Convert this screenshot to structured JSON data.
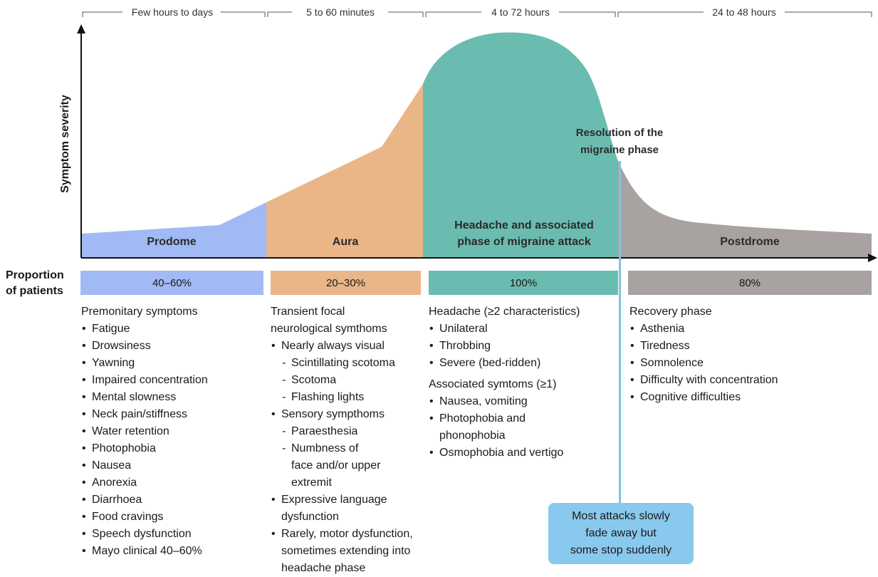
{
  "durations": [
    {
      "label": "Few hours to days"
    },
    {
      "label": "5 to 60 minutes"
    },
    {
      "label": "4 to 72 hours"
    },
    {
      "label": "24 to 48 hours"
    }
  ],
  "axis": {
    "y_title": "Symptom severity"
  },
  "phases": {
    "prodome": {
      "label": "Prodome",
      "color": "#a1b9f4"
    },
    "aura": {
      "label": "Aura",
      "color": "#eab687"
    },
    "headache": {
      "label_line1": "Headache and associated",
      "label_line2": "phase of migraine attack",
      "color": "#6bbcb0"
    },
    "postdrome": {
      "label": "Postdrome",
      "color": "#a8a2a0"
    }
  },
  "resolution": {
    "line1": "Resolution of the",
    "line2": "migraine phase",
    "line_color": "#7cc4ea"
  },
  "proportion": {
    "title_line1": "Proportion",
    "title_line2": "of patients",
    "values": [
      "40–60%",
      "20–30%",
      "100%",
      "80%"
    ]
  },
  "columns": {
    "prodome": {
      "heading": "Premonitary symptoms",
      "items": [
        "Fatigue",
        "Drowsiness",
        "Yawning",
        "Impaired concentration",
        "Mental slowness",
        "Neck pain/stiffness",
        "Water retention",
        "Photophobia",
        "Nausea",
        "Anorexia",
        "Diarrhoea",
        "Food cravings",
        "Speech dysfunction",
        "Mayo clinical 40–60%"
      ]
    },
    "aura": {
      "heading_line1": "Transient focal",
      "heading_line2": "neurological symthoms",
      "item1": "Nearly always visual",
      "item1_sub": [
        "Scintillating scotoma",
        "Scotoma",
        "Flashing lights"
      ],
      "item2": "Sensory sympthoms",
      "item2_sub1": "Paraesthesia",
      "item2_sub2_line1": "Numbness of",
      "item2_sub2_line2": "face and/or upper",
      "item2_sub2_line3": "extremit",
      "item3_line1": "Expressive language",
      "item3_line2": "dysfunction",
      "item4_line1": "Rarely, motor dysfunction,",
      "item4_line2": "sometimes extending into",
      "item4_line3": "headache phase"
    },
    "headache": {
      "heading1": "Headache (≥2 characteristics)",
      "items1": [
        "Unilateral",
        "Throbbing",
        "Severe (bed-ridden)"
      ],
      "heading2": "Associated symtoms (≥1)",
      "item_a": "Nausea, vomiting",
      "item_b_line1": "Photophobia and",
      "item_b_line2": "phonophobia",
      "item_c": "Osmophobia and vertigo"
    },
    "postdrome": {
      "heading": "Recovery phase",
      "items": [
        "Asthenia",
        "Tiredness",
        "Somnolence",
        "Difficulty with concentration",
        "Cognitive difficulties"
      ]
    }
  },
  "callout": {
    "line1": "Most attacks slowly",
    "line2": "fade away but",
    "line3": "some stop suddenly",
    "color": "#8ac9ee"
  }
}
